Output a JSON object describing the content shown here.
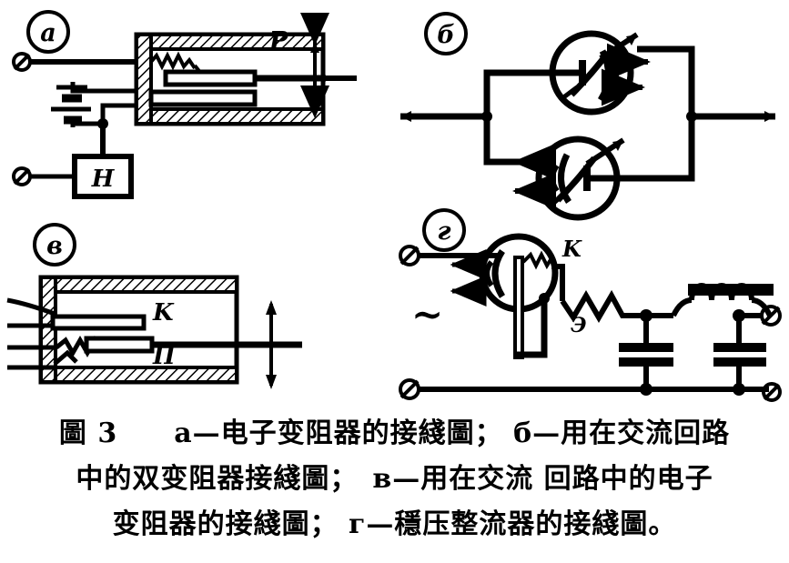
{
  "figure": {
    "number_label": "圖 3",
    "panels": [
      {
        "id": "a",
        "marker": "a",
        "title": "电子变阻器的接綫圖",
        "labels": [
          {
            "name": "rheostat-tube-label",
            "text": "P"
          },
          {
            "name": "load-box-label",
            "text": "H"
          }
        ]
      },
      {
        "id": "b",
        "marker": "б",
        "title": "用在交流回路中的双变阻器接綫圖",
        "labels": []
      },
      {
        "id": "v",
        "marker": "в",
        "title": "用在交流回路中的电子变阻器的接綫圖",
        "labels": [
          {
            "name": "cathode-label",
            "text": "K"
          },
          {
            "name": "plate-label",
            "text": "П"
          }
        ]
      },
      {
        "id": "g",
        "marker": "г",
        "title": "穩压整流器的接綫圖",
        "labels": [
          {
            "name": "cathode-label",
            "text": "K"
          },
          {
            "name": "screen-label",
            "text": "Э"
          },
          {
            "name": "ac-source-label",
            "text": "~"
          }
        ]
      }
    ],
    "caption_lines": [
      "圖 3　　a—电子变阻器的接綫圖； б—用在交流回路",
      "中的双变阻器接綫圖；　в—用在交流 回路中的电子",
      "变阻器的接綫圖； г—穩压整流器的接綫圖。"
    ]
  },
  "style": {
    "ink": "#000000",
    "paper": "#ffffff"
  }
}
